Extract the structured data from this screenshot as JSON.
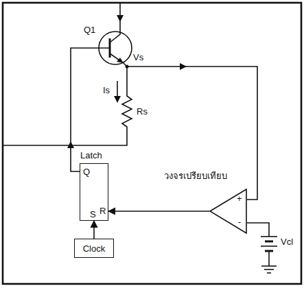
{
  "diagram": {
    "nodes": [
      {
        "text": [
          "Latch",
          "Q",
          "R",
          "S"
        ]
      },
      {
        "text": [
          "Clock"
        ]
      },
      {
        "text": [
          "วงจรเปรียบเทียบ",
          "+",
          "-"
        ]
      }
    ],
    "edges": [
      {
        "from": 1,
        "to": 0,
        "arrow": "to"
      },
      {
        "from": 2,
        "to": 0,
        "arrow": "to"
      }
    ],
    "labels": [
      "Q1",
      "Vs",
      "Is",
      "Rs",
      "Vcl"
    ]
  }
}
